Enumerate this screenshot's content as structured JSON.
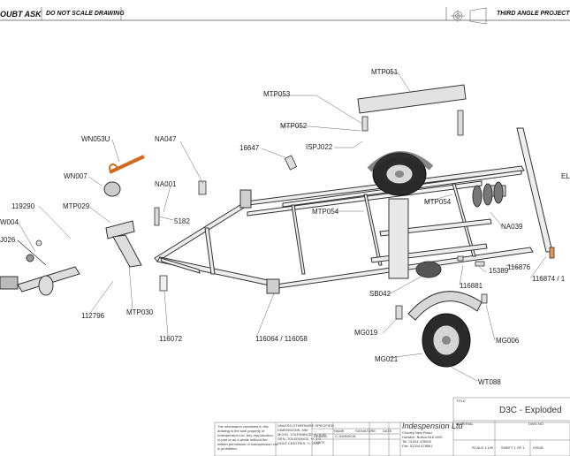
{
  "header": {
    "left_note": "OUBT ASK",
    "scale_note": "DO NOT SCALE DRAWING",
    "projection": "THIRD ANGLE PROJECT"
  },
  "parts": [
    {
      "id": "p-mtp051",
      "label": "MTP051"
    },
    {
      "id": "p-mtp053",
      "label": "MTP053"
    },
    {
      "id": "p-mtp052",
      "label": "MTP052"
    },
    {
      "id": "p-ispj022",
      "label": "ISPJ022"
    },
    {
      "id": "p-16647",
      "label": "16647"
    },
    {
      "id": "p-wn053u",
      "label": "WN053U"
    },
    {
      "id": "p-na047",
      "label": "NA047"
    },
    {
      "id": "p-wn007",
      "label": "WN007"
    },
    {
      "id": "p-na001",
      "label": "NA001"
    },
    {
      "id": "p-119290",
      "label": "119290"
    },
    {
      "id": "p-mtp029",
      "label": "MTP029"
    },
    {
      "id": "p-w004",
      "label": "W004"
    },
    {
      "id": "p-5182",
      "label": "5182"
    },
    {
      "id": "p-j026",
      "label": "J026"
    },
    {
      "id": "p-mtp054a",
      "label": "MTP054"
    },
    {
      "id": "p-mtp054b",
      "label": "MTP054"
    },
    {
      "id": "p-el",
      "label": "EL"
    },
    {
      "id": "p-na039",
      "label": "NA039"
    },
    {
      "id": "p-15389",
      "label": "15389"
    },
    {
      "id": "p-116876",
      "label": "116876"
    },
    {
      "id": "p-116874",
      "label": "116874 / 1"
    },
    {
      "id": "p-116881",
      "label": "116881"
    },
    {
      "id": "p-sb042",
      "label": "SB042"
    },
    {
      "id": "p-112796",
      "label": "112796"
    },
    {
      "id": "p-mtp030",
      "label": "MTP030"
    },
    {
      "id": "p-116072",
      "label": "116072"
    },
    {
      "id": "p-116064",
      "label": "116064 / 116058"
    },
    {
      "id": "p-mg019",
      "label": "MG019"
    },
    {
      "id": "p-mg006",
      "label": "MG006"
    },
    {
      "id": "p-mg021",
      "label": "MG021"
    },
    {
      "id": "p-wt088",
      "label": "WT088"
    }
  ],
  "title_block": {
    "title_caption": "TITLE",
    "title": "D3C - Exploded",
    "company": "Indespension Ltd",
    "address": [
      "Chorley New Road",
      "Horwich, Bolton BL6 6HG.",
      "Tel. 01204 478500",
      "Fax. 01204 478561"
    ],
    "material_caption": "MATERIAL",
    "dwg_caption": "DWG NO.",
    "scale": "SCALE 1:100",
    "sheet": "SHEET 1 OF 1",
    "issue": "ISSUE",
    "col_name": "NAME",
    "col_signature": "SIGNATURE",
    "col_date": "DATE",
    "drawn_label": "DRAWN",
    "drawn_name": "C.JOHNSON",
    "chkd_label": "CHK'D",
    "tolerances_heading": "UNLESS OTHERWISE SPECIFIED:",
    "tolerance_lines": [
      "DIMENSIONS: MM",
      "MCHG. TOLERANCE:  +/- 0.25",
      "GEN. TOLERANCE:  +/- 1.0",
      "HOLE CENTRES:  +/- 0.25"
    ],
    "confidential": [
      "The information contained in this",
      "drawing is the sole property of",
      "Indespension Ltd. Any reproduction",
      "in part or as a whole without the",
      "written permission of Indespension Ltd",
      "is prohibited."
    ]
  }
}
